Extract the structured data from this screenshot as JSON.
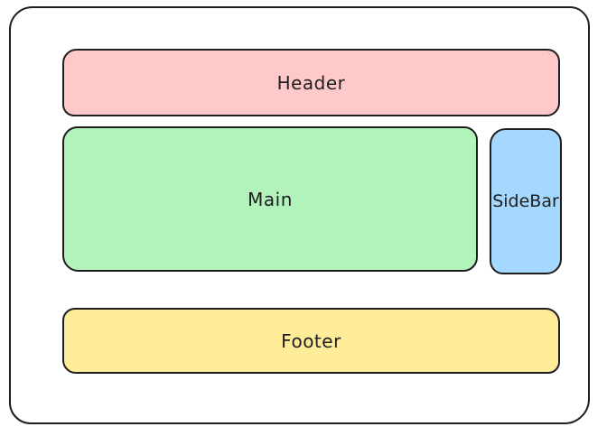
{
  "diagram": {
    "type": "layout-sketch",
    "background": "#ffffff",
    "stroke_color": "#1e1e1e",
    "container": {
      "label": "",
      "fill": "#ffffff"
    },
    "boxes": {
      "header": {
        "label": "Header",
        "fill": "#ffc9c9"
      },
      "main": {
        "label": "Main",
        "fill": "#b2f2bb"
      },
      "sidebar": {
        "label": "SideBar",
        "fill": "#a5d8ff"
      },
      "footer": {
        "label": "Footer",
        "fill": "#ffec99"
      }
    }
  }
}
